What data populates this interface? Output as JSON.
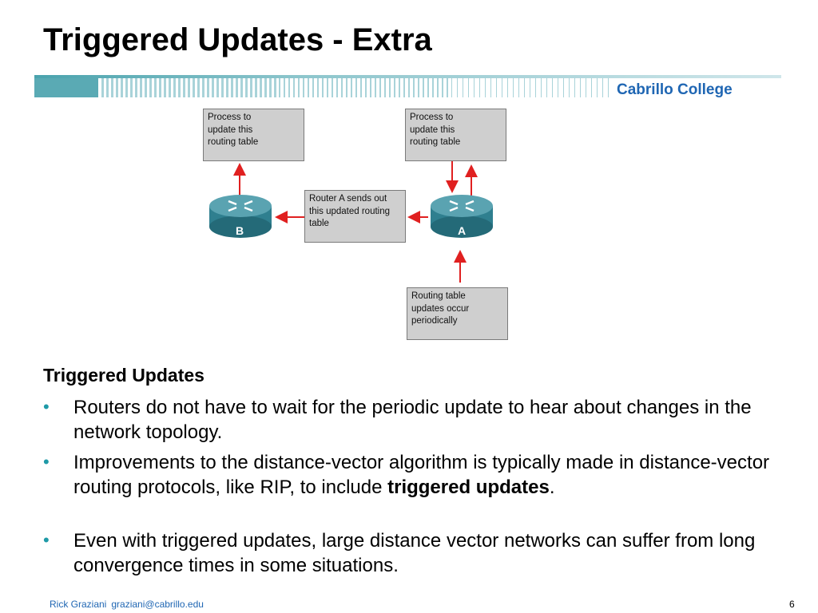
{
  "slide": {
    "title": "Triggered Updates - Extra",
    "brand": "Cabrillo College"
  },
  "diagram": {
    "routers": [
      {
        "label": "B"
      },
      {
        "label": "A"
      }
    ],
    "boxes": {
      "process_b": "Process to\nupdate this\nrouting table",
      "process_a": "Process to\nupdate this\nrouting table",
      "sends": "Router A sends out\nthis updated routing\ntable",
      "periodic": "Routing table\nupdates occur\nperiodically"
    },
    "colors": {
      "box_fill": "#cfcfcf",
      "arrow": "#e02020",
      "router_body": "#2f7f8f"
    }
  },
  "content": {
    "heading": "Triggered Updates",
    "bullets": [
      {
        "text": "Routers do not have to wait for the periodic update to hear about changes in the network topology."
      },
      {
        "pre": "Improvements to the distance-vector algorithm is typically made in distance-vector routing protocols, like RIP, to include ",
        "bold": "triggered updates",
        "post": "."
      },
      {
        "text": "Even with triggered updates, large distance vector networks can suffer from long convergence times in some situations."
      }
    ]
  },
  "footer": {
    "author": "Rick Graziani",
    "email": "graziani@cabrillo.edu",
    "page": "6"
  },
  "theme": {
    "accent": "#1f9aa7",
    "link_blue": "#1f66b3"
  }
}
